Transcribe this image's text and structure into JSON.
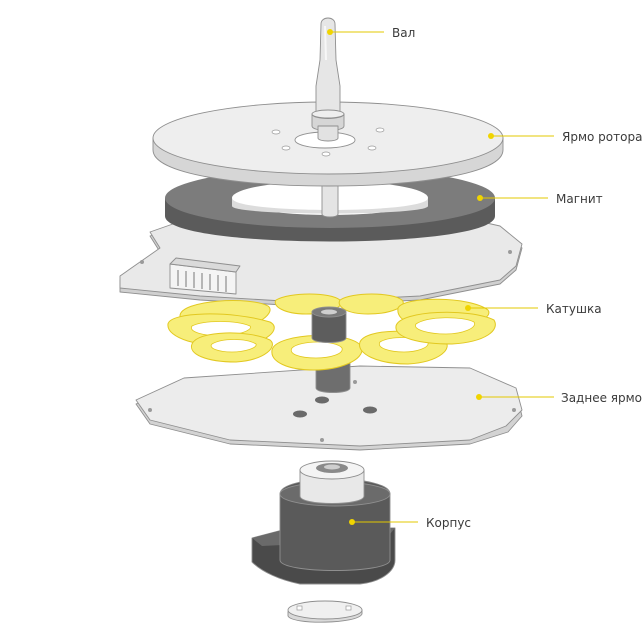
{
  "labels": {
    "shaft": "Вал",
    "rotor_yoke": "Ярмо ротора",
    "magnet": "Магнит",
    "coil": "Катушка",
    "back_yoke": "Заднее ярмо",
    "housing": "Корпус"
  },
  "colors": {
    "accent": "#f0d400",
    "coil_fill": "#f7ee7a",
    "coil_edge": "#e6cf1e",
    "plate_light": "#ececec",
    "plate_side": "#d4d4d4",
    "magnet_top": "#7a7a7a",
    "magnet_side": "#5f5f5f",
    "housing": "#555555"
  }
}
